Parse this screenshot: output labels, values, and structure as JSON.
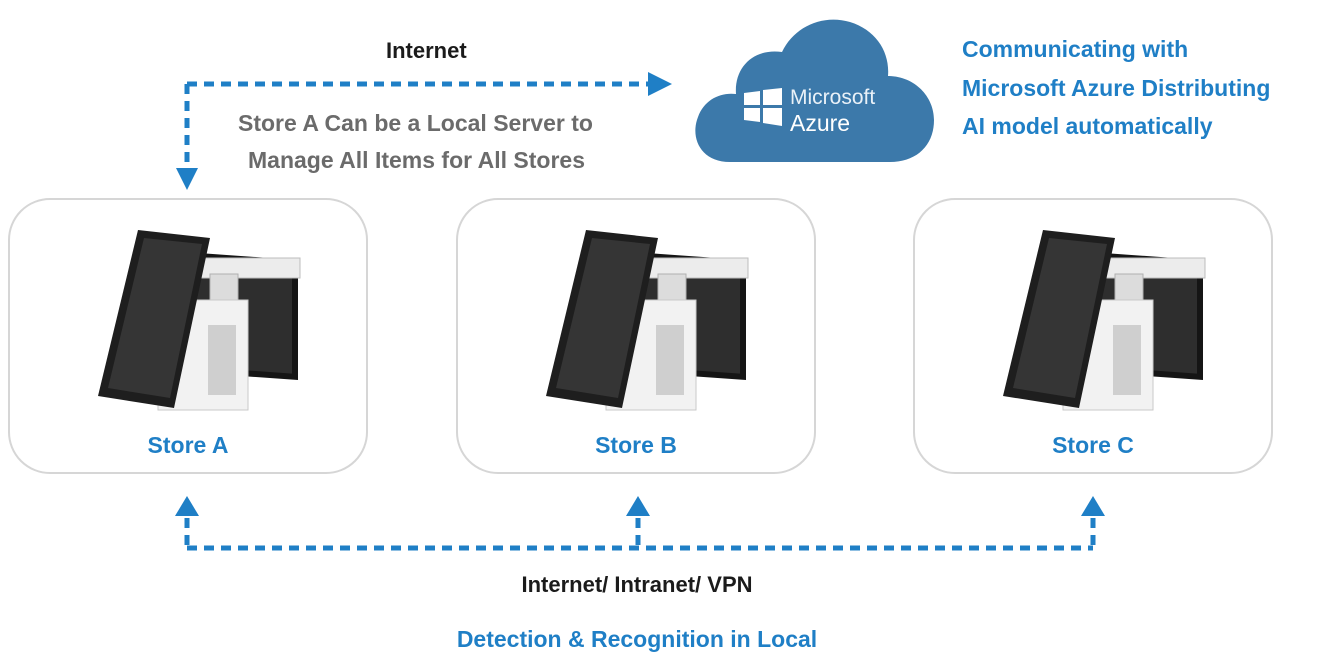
{
  "top": {
    "internet_label": "Internet",
    "local_server_line1": "Store A Can be a Local Server to",
    "local_server_line2": "Manage All Items for All Stores",
    "cloud": {
      "brand_small": "Microsoft",
      "brand_large": "Azure",
      "fill": "#3c79aa"
    },
    "azure_note_line1": "Communicating with",
    "azure_note_line2": "Microsoft Azure Distributing",
    "azure_note_line3": "AI model automatically"
  },
  "stores": [
    {
      "label": "Store A"
    },
    {
      "label": "Store B"
    },
    {
      "label": "Store C"
    }
  ],
  "bottom": {
    "network_label": "Internet/ Intranet/ VPN",
    "caption": "Detection & Recognition in Local"
  },
  "colors": {
    "accent": "#1f7fc6",
    "dashed_line": "#1f7fc6",
    "box_border": "#d6d6d6"
  }
}
